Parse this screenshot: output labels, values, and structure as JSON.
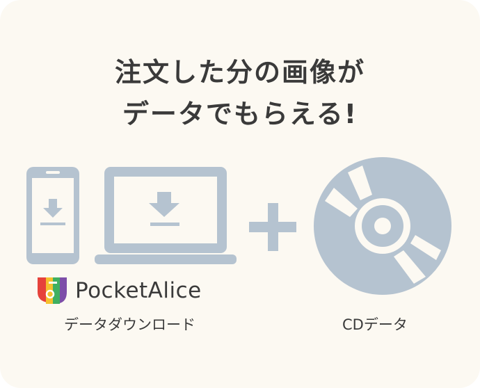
{
  "heading": {
    "line1": "注文した分の画像が",
    "line2": "データでもらえる!"
  },
  "brand": {
    "name": "PocketAlice"
  },
  "captions": {
    "download": "データダウンロード",
    "cd": "CDデータ"
  },
  "colors": {
    "background": "#fcf9f2",
    "icon": "#b5c3d0",
    "text": "#3a3a3a",
    "logo_red": "#e6423b",
    "logo_yellow": "#f5c12e",
    "logo_green": "#3fb061",
    "logo_purple": "#7d4ea8"
  },
  "icons": {
    "phone": "smartphone-download-icon",
    "laptop": "laptop-download-icon",
    "plus": "plus-icon",
    "disc": "cd-disc-icon",
    "logo": "pocketalice-logo-icon"
  }
}
